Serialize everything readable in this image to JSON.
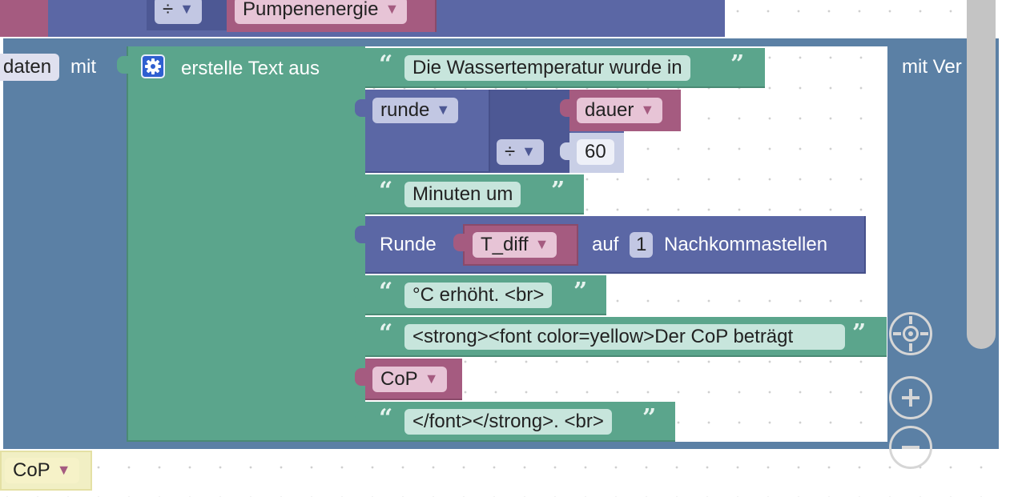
{
  "top": {
    "divide_op": "÷",
    "pump_var": "Pumpenenergie"
  },
  "outer": {
    "left_label": "daten",
    "mit_label": "mit",
    "right_label": "mit Ver"
  },
  "create_text": {
    "label": "erstelle Text aus",
    "items": {
      "text1": "Die Wassertemperatur wurde in",
      "round_op": "runde",
      "dauer_var": "dauer",
      "divide_op": "÷",
      "divisor": "60",
      "text2": "Minuten um",
      "round_label": "Runde",
      "tdiff_var": "T_diff",
      "auf_label": "auf",
      "decimals": "1",
      "nachkomma_label": "Nachkommastellen",
      "text3": "°C erhöht. <br>",
      "text4": "<strong><font color=yellow>Der CoP beträgt",
      "cop_var": "CoP",
      "text5": "</font></strong>. <br>"
    }
  },
  "bottom": {
    "cop_var": "CoP"
  },
  "icons": {
    "gear": "gear-icon",
    "dropdown": "chevron-down-icon",
    "recenter": "recenter-icon",
    "zoom_in": "zoom-in-icon",
    "zoom_out": "zoom-out-icon"
  },
  "colors": {
    "purple": "#5b67a5",
    "green": "#5ba58c",
    "pink": "#a55b80",
    "steel": "#5b80a5"
  }
}
